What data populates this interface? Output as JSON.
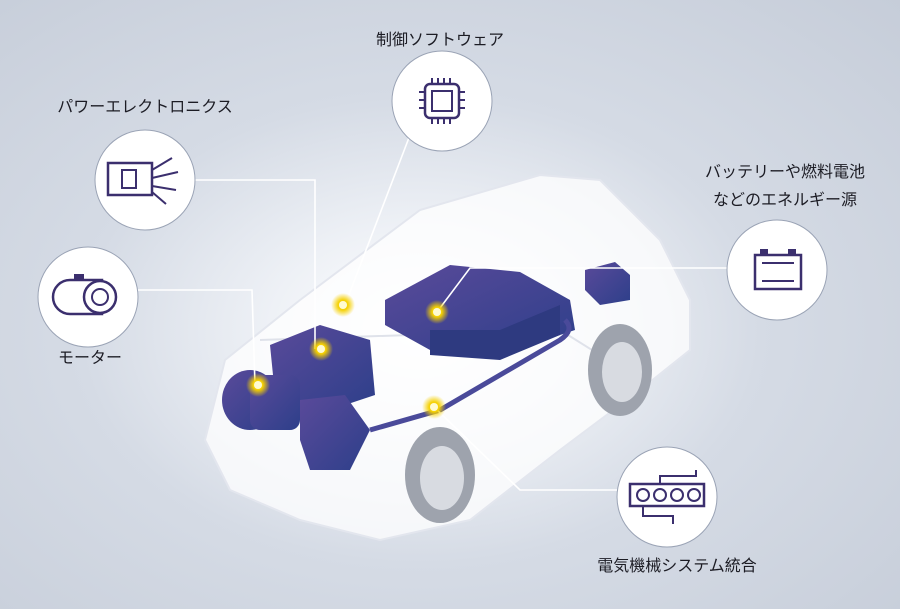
{
  "labels": {
    "control_software": "制御ソフトウェア",
    "power_electronics": "パワーエレクトロニクス",
    "motor": "モーター",
    "energy_line1": "バッテリーや燃料電池",
    "energy_line2": "などのエネルギー源",
    "integration": "電気機械システム統合"
  },
  "icons": [
    "chip-icon",
    "circuit-board-icon",
    "motor-icon",
    "battery-icon",
    "connector-icon"
  ],
  "colors": {
    "accent_purple": "#3b2f6e",
    "hotspot_yellow": "#f5d000",
    "line": "#ffffff"
  }
}
